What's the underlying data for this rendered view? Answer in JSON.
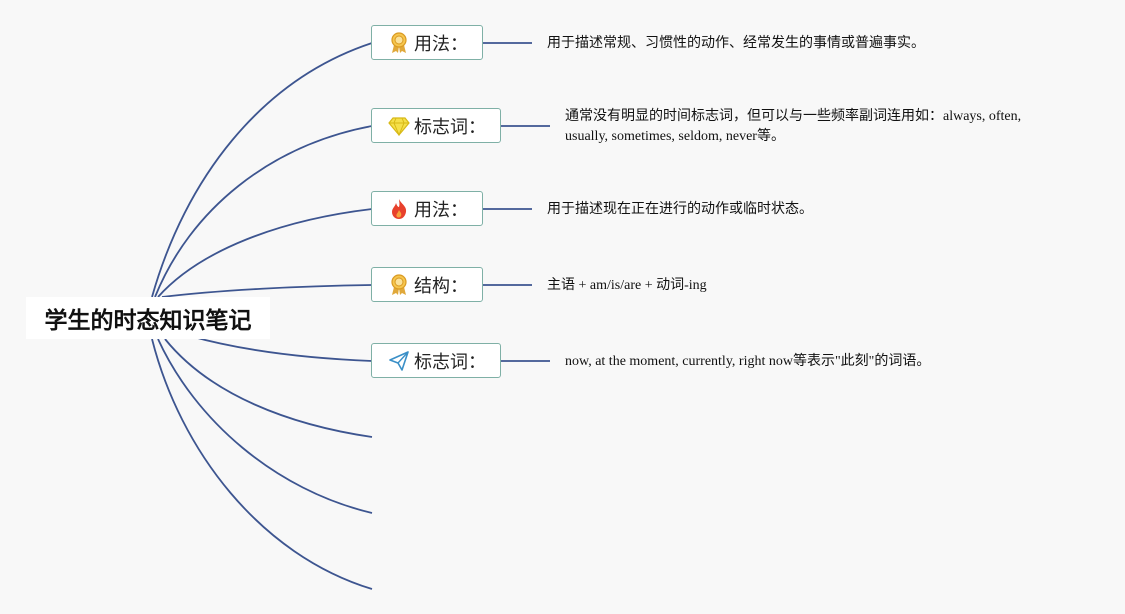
{
  "root": {
    "title": "学生的时态知识笔记"
  },
  "branches": [
    {
      "label": "用法：",
      "icon": "medal-icon",
      "text": "用于描述常规、习惯性的动作、经常发生的事情或普遍事实。"
    },
    {
      "label": "标志词：",
      "icon": "diamond-icon",
      "text": "通常没有明显的时间标志词，但可以与一些频率副词连用如：always, often, usually, sometimes, seldom, never等。"
    },
    {
      "label": "用法：",
      "icon": "fire-icon",
      "text": "用于描述现在正在进行的动作或临时状态。"
    },
    {
      "label": "结构：",
      "icon": "medal-icon",
      "text": "主语 + am/is/are + 动词-ing"
    },
    {
      "label": "标志词：",
      "icon": "paper-plane-icon",
      "text": "now, at the moment, currently, right now等表示\"此刻\"的词语。"
    }
  ],
  "colors": {
    "line": "#3d5590",
    "node_border": "#7fb0a6",
    "background": "#f8f8f8"
  }
}
